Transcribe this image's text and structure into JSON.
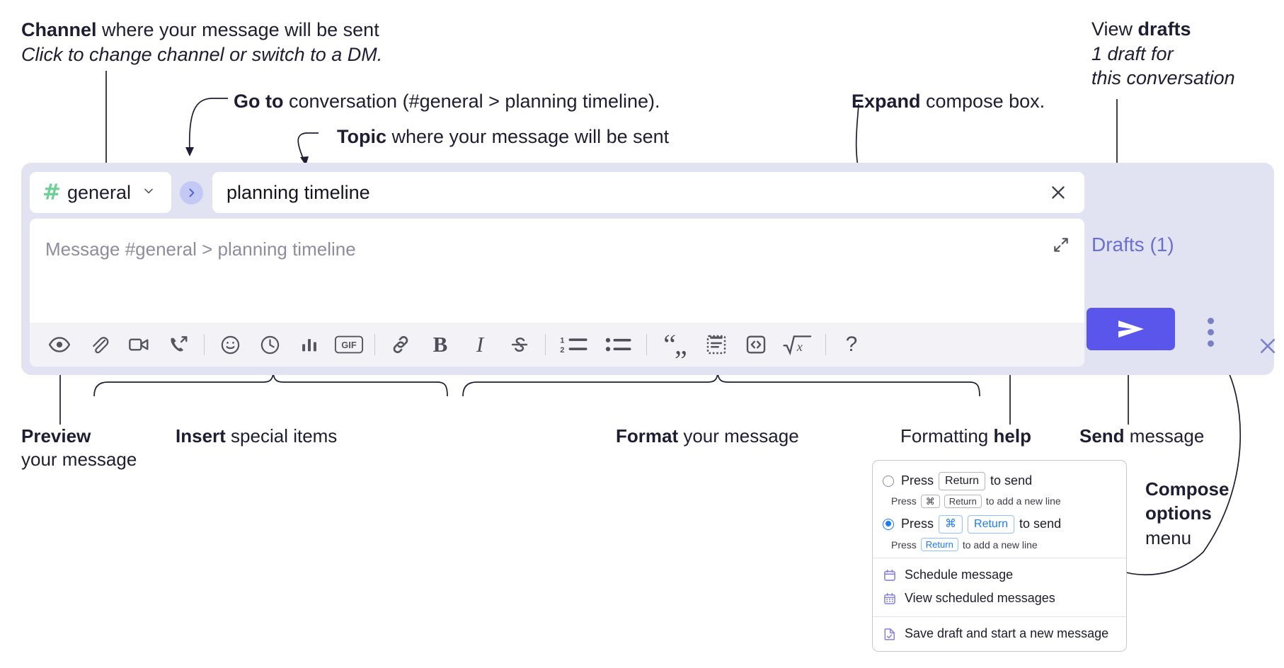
{
  "annotations": {
    "channel": {
      "bold": "Channel",
      "rest": " where your message will be sent",
      "sub": "Click to change channel or switch to a DM."
    },
    "goto": {
      "bold": "Go to",
      "rest": " conversation (#general > planning timeline)."
    },
    "topic": {
      "bold": "Topic",
      "rest": " where your message will be sent"
    },
    "expand": {
      "bold": "Expand",
      "rest": " compose box."
    },
    "drafts": {
      "pre": "View ",
      "bold": "drafts",
      "sub1": "1 draft for",
      "sub2": "this conversation"
    },
    "preview": {
      "bold": "Preview",
      "sub": "your message"
    },
    "insert": {
      "bold": "Insert",
      "rest": " special items"
    },
    "format": {
      "bold": "Format",
      "rest": " your message"
    },
    "formatting_help": {
      "pre": "Formatting ",
      "bold": "help"
    },
    "send": {
      "bold": "Send",
      "rest": " message"
    },
    "compose_options": {
      "bold1": "Compose",
      "bold2": "options",
      "rest": "menu"
    }
  },
  "compose": {
    "channel_name": "general",
    "channel_hash": "#",
    "goto_icon": "chevron-right-icon",
    "topic_value": "planning timeline",
    "topic_clear_icon": "close-icon",
    "message_placeholder": "Message #general > planning timeline",
    "expand_icon": "expand-icon",
    "panel_close_icon": "close-icon",
    "drafts_label": "Drafts (1)",
    "send_icon": "send-paper-plane-icon",
    "kebab_icon": "vertical-dots-icon",
    "accent_send": "#5a56eb",
    "accent_drafts": "#6b6fd0",
    "panel_bg": "#e1e3f2",
    "hash_color": "#6fcf97",
    "toolbar": [
      {
        "name": "preview-icon",
        "label": "Preview"
      },
      {
        "name": "attachment-icon",
        "label": "Attach file"
      },
      {
        "name": "video-camera-icon",
        "label": "Video clip"
      },
      {
        "name": "phone-call-icon",
        "label": "Audio clip"
      },
      {
        "name": "separator",
        "label": ""
      },
      {
        "name": "emoji-icon",
        "label": "Emoji"
      },
      {
        "name": "clock-icon",
        "label": "Reminder"
      },
      {
        "name": "bar-chart-icon",
        "label": "Poll"
      },
      {
        "name": "gif-icon",
        "label": "GIF"
      },
      {
        "name": "separator",
        "label": ""
      },
      {
        "name": "link-icon",
        "label": "Link"
      },
      {
        "name": "bold-icon",
        "label": "B"
      },
      {
        "name": "italic-icon",
        "label": "I"
      },
      {
        "name": "strikethrough-icon",
        "label": "Strikethrough"
      },
      {
        "name": "separator",
        "label": ""
      },
      {
        "name": "ordered-list-icon",
        "label": "Numbered list"
      },
      {
        "name": "bulleted-list-icon",
        "label": "Bulleted list"
      },
      {
        "name": "separator",
        "label": ""
      },
      {
        "name": "blockquote-icon",
        "label": "Blockquote"
      },
      {
        "name": "code-block-icon",
        "label": "Code block"
      },
      {
        "name": "inline-code-icon",
        "label": "Code"
      },
      {
        "name": "math-icon",
        "label": "Math"
      },
      {
        "name": "separator",
        "label": ""
      },
      {
        "name": "help-icon",
        "label": "?"
      }
    ]
  },
  "menu": {
    "option1": {
      "selected": false,
      "main_pre": "Press",
      "main_key": "Return",
      "main_post": "to send",
      "sub_pre": "Press",
      "sub_key1": "⌘",
      "sub_key2": "Return",
      "sub_post": "to add a new line"
    },
    "option2": {
      "selected": true,
      "main_pre": "Press",
      "main_key1": "⌘",
      "main_key2": "Return",
      "main_post": "to send",
      "sub_pre": "Press",
      "sub_key": "Return",
      "sub_post": "to add a new line"
    },
    "items": [
      {
        "icon": "calendar-schedule-icon",
        "label": "Schedule message"
      },
      {
        "icon": "calendar-grid-icon",
        "label": "View scheduled messages"
      },
      {
        "icon": "save-draft-icon",
        "label": "Save draft and start a new message"
      }
    ]
  }
}
